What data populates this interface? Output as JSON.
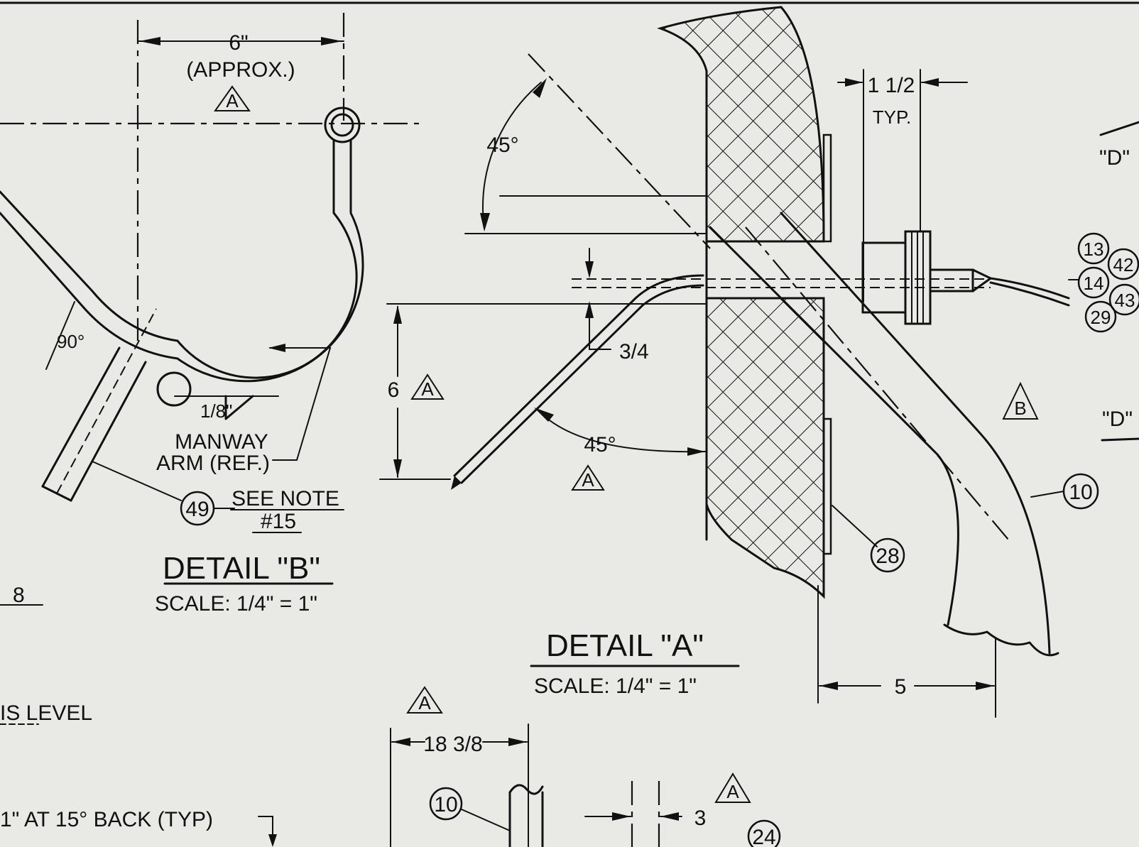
{
  "detail_b": {
    "dim_width": "6\"",
    "dim_width_note": "(APPROX.)",
    "angle": "90°",
    "weld_size": "1/8\"",
    "manway_line1": "MANWAY",
    "manway_line2": "ARM (REF.)",
    "see_note_line1": "SEE NOTE",
    "see_note_line2": "#15",
    "title": "DETAIL \"B\"",
    "scale": "SCALE: 1/4\" = 1\"",
    "callout_49": "49",
    "edge_8": "8"
  },
  "detail_a": {
    "angle_top": "45°",
    "angle_bottom": "45°",
    "dim_typ_value": "1 1/2",
    "dim_typ_note": "TYP.",
    "dim_height": "6",
    "dim_offset": "3/4",
    "dim_bottom": "5",
    "title": "DETAIL \"A\"",
    "scale": "SCALE: 1/4\" = 1\"",
    "callout_10": "10",
    "callout_28": "28"
  },
  "right_edge": {
    "view_d_top": "\"D\"",
    "view_d_bottom": "\"D\"",
    "callouts": [
      "13",
      "42",
      "14",
      "43",
      "29"
    ]
  },
  "bottom": {
    "dim_top": "18 3/8",
    "dim_gap": "3",
    "callout_10": "10",
    "callout_24": "24"
  },
  "left_notes": {
    "note_level": "IS LEVEL",
    "note_back": "1\" AT 15° BACK (TYP)"
  },
  "revision_mark": "A",
  "revision_mark_b": "B"
}
